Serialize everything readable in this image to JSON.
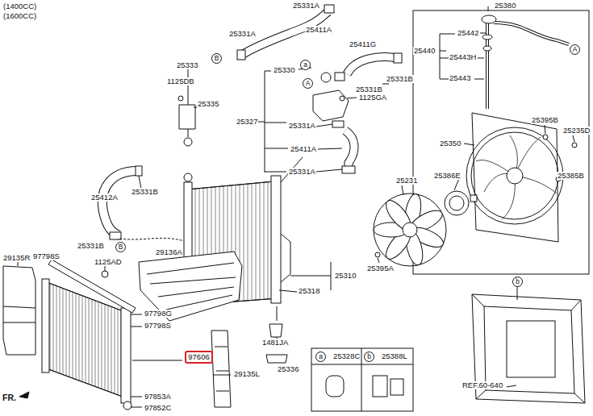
{
  "diagram": {
    "nodes": [
      {
        "text": [
          "A"
        ]
      },
      {
        "text": [
          "B"
        ]
      },
      {
        "text": [
          "a"
        ]
      },
      {
        "text": [
          "A"
        ]
      },
      {
        "text": [
          "B"
        ]
      },
      {
        "text": [
          "b"
        ]
      },
      {
        "text": [
          "97606"
        ]
      },
      {
        "text": [
          "a"
        ]
      },
      {
        "text": [
          "b"
        ]
      }
    ],
    "labels": [
      "(1400CC)",
      "(1600CC)",
      "25331A",
      "25411A",
      "25331A",
      "25380",
      "25442",
      "25440",
      "25443H",
      "25443",
      "25411G",
      "25333",
      "1125DB",
      "25330",
      "25331B",
      "25331B",
      "25335",
      "1125GA",
      "25327",
      "25331A",
      "25395B",
      "25235D",
      "25350",
      "25411A",
      "25331A",
      "25386E",
      "25385B",
      "25231",
      "25412A",
      "25331B",
      "25331B",
      "29136A",
      "29135R",
      "97798S",
      "1125AD",
      "25395A",
      "25310",
      "25318",
      "97798G",
      "97798S",
      "1481JA",
      "25328C",
      "25388L",
      "25336",
      "29135L",
      "REF.60-640",
      "97853A",
      "97852C",
      "FR."
    ]
  }
}
